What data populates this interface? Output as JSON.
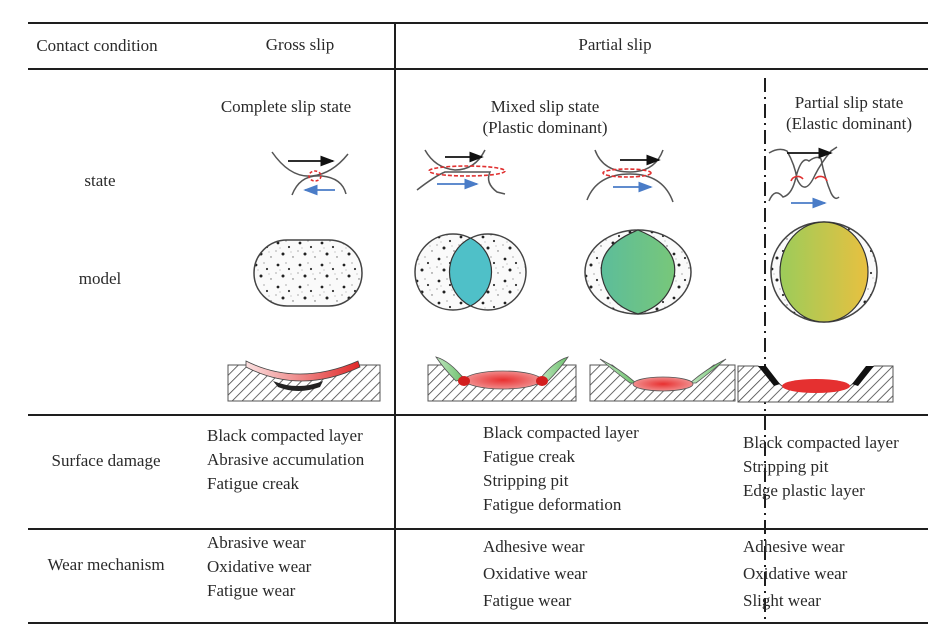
{
  "table": {
    "header": {
      "row_label": "Contact condition",
      "gross_slip": "Gross slip",
      "partial_slip": "Partial slip"
    },
    "states": {
      "complete": "Complete slip state",
      "mixed_line1": "Mixed slip state",
      "mixed_line2": "(Plastic dominant)",
      "partial_line1": "Partial slip state",
      "partial_line2": "(Elastic dominant)"
    },
    "row_labels": {
      "state": "state",
      "model": "model",
      "surface_damage": "Surface damage",
      "wear_mechanism": "Wear mechanism"
    },
    "surface_damage": {
      "gross_slip": [
        "Black compacted layer",
        "Abrasive accumulation",
        "Fatigue creak"
      ],
      "mixed_slip": [
        "Black compacted layer",
        "Fatigue creak",
        "Stripping pit",
        "Fatigue deformation"
      ],
      "partial_slip": [
        "Black compacted layer",
        "Stripping pit",
        "Edge plastic layer"
      ]
    },
    "wear_mechanism": {
      "gross_slip": [
        "Abrasive wear",
        "Oxidative wear",
        "Fatigue wear"
      ],
      "mixed_slip": [
        "Adhesive wear",
        "Oxidative wear",
        "Fatigue wear"
      ],
      "partial_slip": [
        "Adhesive wear",
        "Oxidative wear",
        "Slight wear"
      ]
    }
  },
  "colors": {
    "rule": "#1e1e1e",
    "motion_arrow_upper": "#111111",
    "motion_arrow_lower": "#4a7cc7",
    "contact_marker": "#e03030",
    "stick_zone_mixed_a": "#4fc0c8",
    "stick_zone_mixed_b": "#66c08a",
    "stick_zone_partial_start": "#9ccc5a",
    "stick_zone_partial_end": "#e8c040",
    "wear_scar_red": "#e02828",
    "plastic_lip_green": "#8fd08f",
    "hatch": "#444444"
  }
}
